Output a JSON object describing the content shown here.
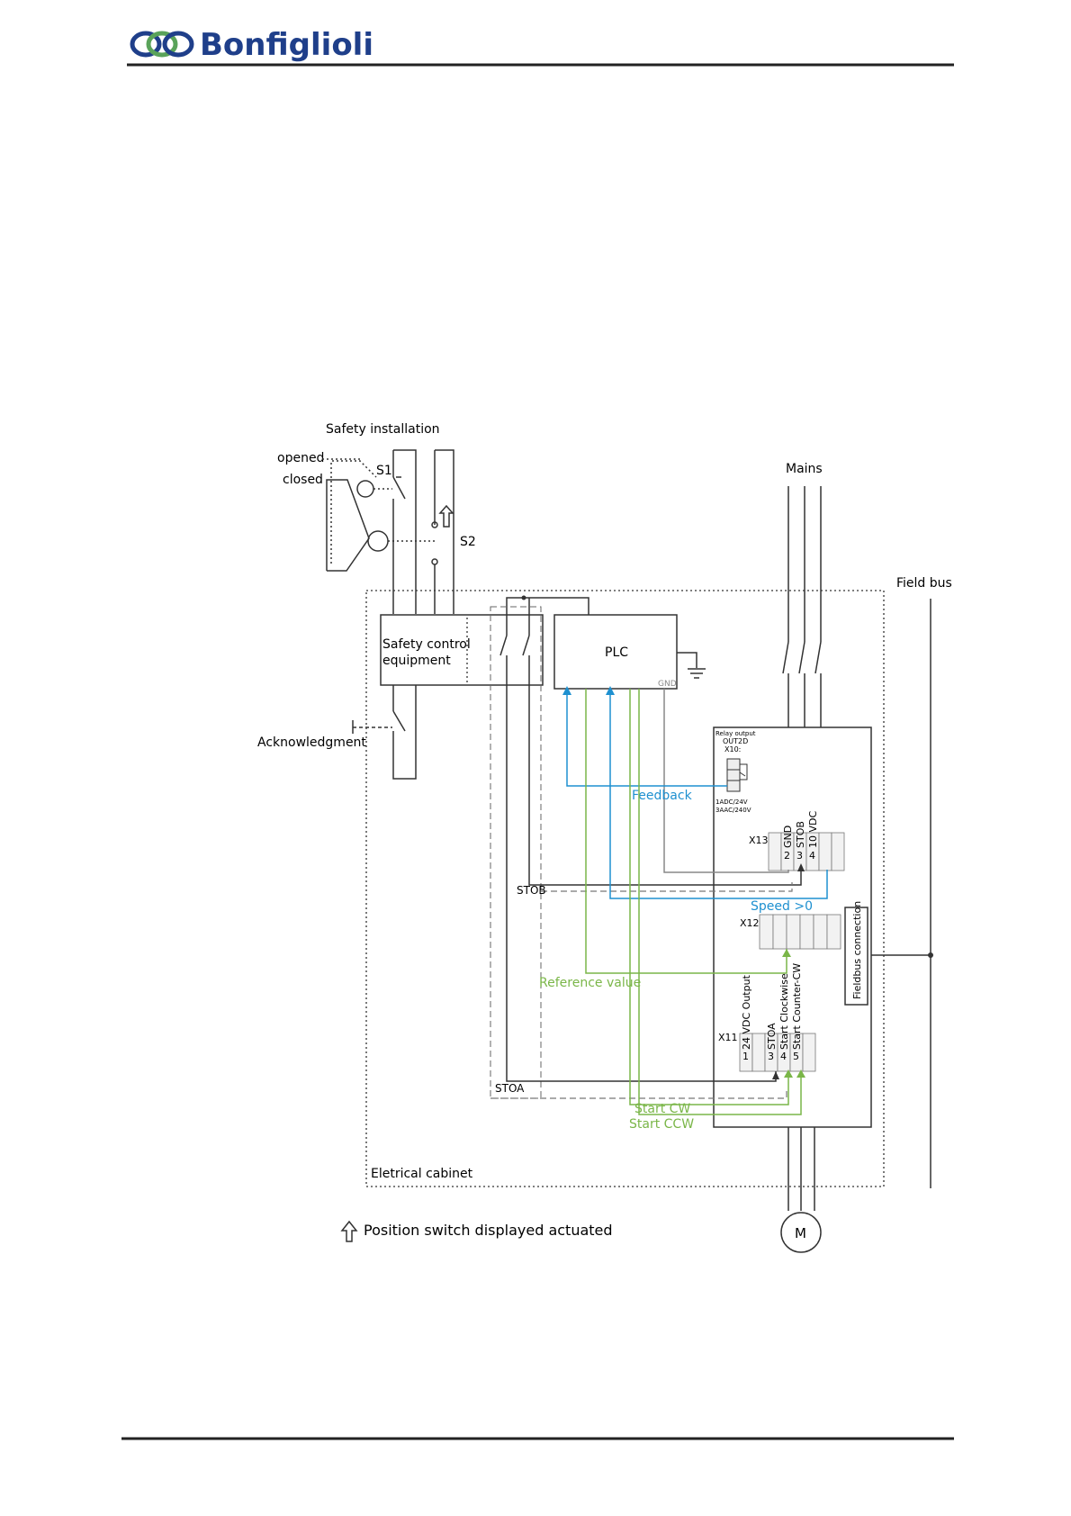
{
  "header": {
    "brand": "Bonfiglioli"
  },
  "diagram": {
    "safety_installation": "Safety installation",
    "opened": "opened",
    "closed": "closed",
    "s1": "S1",
    "s2": "S2",
    "mains": "Mains",
    "field_bus": "Field bus",
    "safety_control_line1": "Safety control",
    "safety_control_line2": "equipment",
    "plc": "PLC",
    "gnd_small": "GND",
    "acknowledgment": "Acknowledgment",
    "relay_output": "Relay output",
    "out2d": "OUT2D",
    "x10": "X10:",
    "relay_rating1": "1ADC/24V",
    "relay_rating2": "3AAC/240V",
    "feedback": "Feedback",
    "x13": "X13",
    "x13_gnd": "GND",
    "x13_stob": "STOB",
    "x13_10vdc": "10 VDC",
    "x13_n2": "2",
    "x13_n3": "3",
    "x13_n4": "4",
    "stob": "STOB",
    "speed": "Speed >0",
    "x12": "X12",
    "fieldbus_connection": "Fieldbus connection",
    "reference_value": "Reference value",
    "x11": "X11",
    "x11_24vdc": "24 VDC Output",
    "x11_stoa": "STOA",
    "x11_cw": "Start Clockwise",
    "x11_ccw": "Start Counter-CW",
    "x11_n1": "1",
    "x11_n3": "3",
    "x11_n4": "4",
    "x11_n5": "5",
    "stoa": "STOA",
    "start_cw": "Start CW",
    "start_ccw": "Start CCW",
    "electrical_cabinet": "Eletrical cabinet",
    "motor": "M",
    "legend": "Position switch displayed actuated"
  },
  "colors": {
    "blue": "#1e90d0",
    "green": "#7ab648",
    "brand": "#1f3f8a",
    "line": "#333333"
  }
}
